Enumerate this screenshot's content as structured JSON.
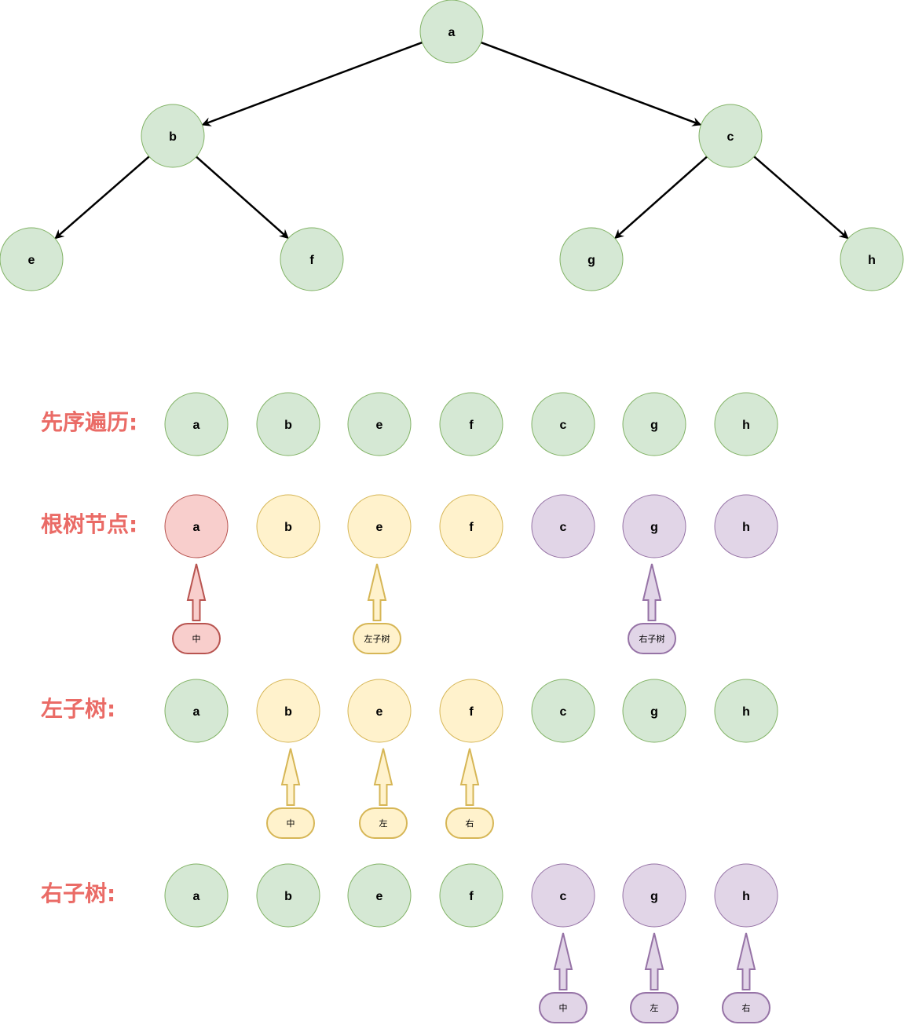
{
  "colors": {
    "green": {
      "fill": "#d5e8d4",
      "stroke": "#82b366"
    },
    "red": {
      "fill": "#f8cecc",
      "stroke": "#b85450"
    },
    "yellow": {
      "fill": "#fff2cc",
      "stroke": "#d6b656"
    },
    "purple": {
      "fill": "#e1d5e7",
      "stroke": "#9673a6"
    },
    "label": "#ea6b66",
    "edge": "#000000"
  },
  "tree": {
    "nodes": [
      {
        "id": "a",
        "label": "a"
      },
      {
        "id": "b",
        "label": "b"
      },
      {
        "id": "c",
        "label": "c"
      },
      {
        "id": "e",
        "label": "e"
      },
      {
        "id": "f",
        "label": "f"
      },
      {
        "id": "g",
        "label": "g"
      },
      {
        "id": "h",
        "label": "h"
      }
    ],
    "edges": [
      {
        "from": "a",
        "to": "b"
      },
      {
        "from": "a",
        "to": "c"
      },
      {
        "from": "b",
        "to": "e"
      },
      {
        "from": "b",
        "to": "f"
      },
      {
        "from": "c",
        "to": "g"
      },
      {
        "from": "c",
        "to": "h"
      }
    ]
  },
  "sequence": [
    "a",
    "b",
    "e",
    "f",
    "c",
    "g",
    "h"
  ],
  "rows": [
    {
      "id": "preorder",
      "label": "先序遍历:",
      "node_colors": [
        "green",
        "green",
        "green",
        "green",
        "green",
        "green",
        "green"
      ],
      "pointers": []
    },
    {
      "id": "root",
      "label": "根树节点:",
      "node_colors": [
        "red",
        "yellow",
        "yellow",
        "yellow",
        "purple",
        "purple",
        "purple"
      ],
      "pointers": [
        {
          "index": 0,
          "text": "中",
          "color": "red"
        },
        {
          "index": 2,
          "text": "左子树",
          "color": "yellow"
        },
        {
          "index": 5,
          "text": "右子树",
          "color": "purple"
        }
      ]
    },
    {
      "id": "left-subtree",
      "label": "左子树:",
      "node_colors": [
        "green",
        "yellow",
        "yellow",
        "yellow",
        "green",
        "green",
        "green"
      ],
      "pointers": [
        {
          "index": 1,
          "text": "中",
          "color": "yellow"
        },
        {
          "index": 2,
          "text": "左",
          "color": "yellow"
        },
        {
          "index": 3,
          "text": "右",
          "color": "yellow"
        }
      ]
    },
    {
      "id": "right-subtree",
      "label": "右子树:",
      "node_colors": [
        "green",
        "green",
        "green",
        "green",
        "purple",
        "purple",
        "purple"
      ],
      "pointers": [
        {
          "index": 4,
          "text": "中",
          "color": "purple"
        },
        {
          "index": 5,
          "text": "左",
          "color": "purple"
        },
        {
          "index": 6,
          "text": "右",
          "color": "purple"
        }
      ]
    }
  ]
}
